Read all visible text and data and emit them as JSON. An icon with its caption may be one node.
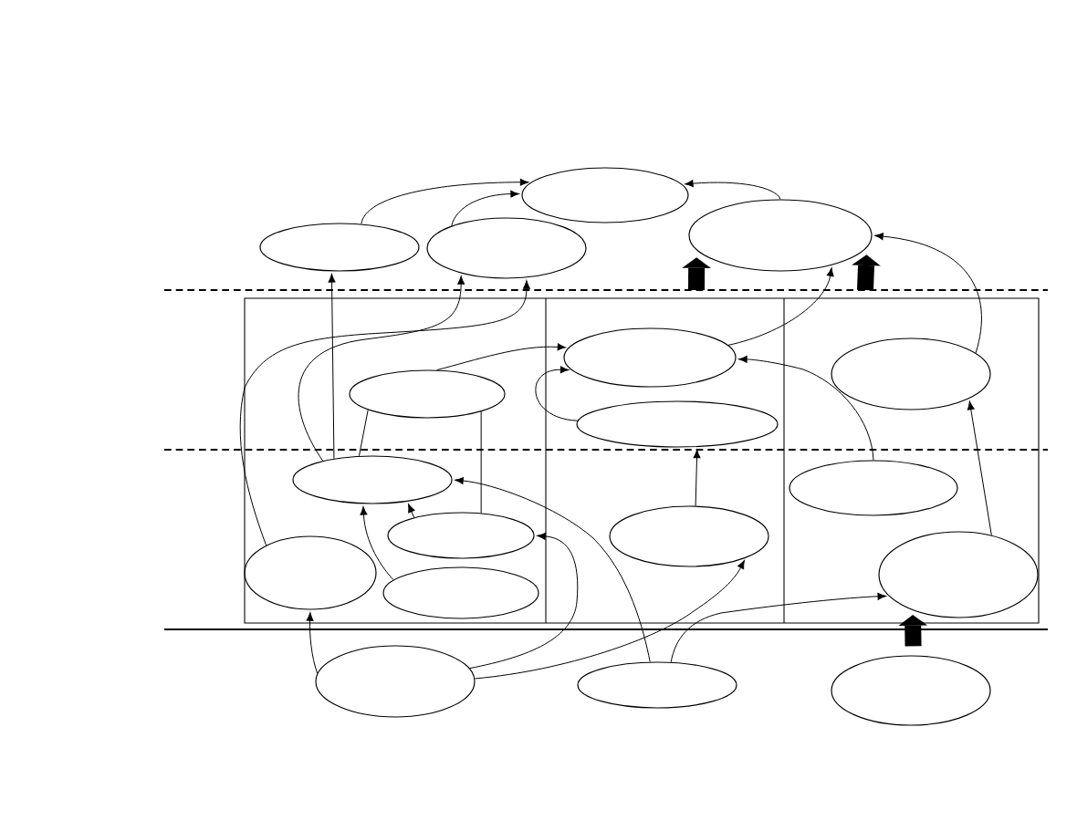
{
  "diagram": {
    "nodes": [
      {
        "text": [],
        "shape": "ellipse"
      },
      {
        "text": [],
        "shape": "ellipse"
      },
      {
        "text": [],
        "shape": "ellipse"
      },
      {
        "text": [],
        "shape": "ellipse"
      },
      {
        "text": [],
        "shape": "ellipse"
      },
      {
        "text": [],
        "shape": "ellipse"
      },
      {
        "text": [],
        "shape": "ellipse"
      },
      {
        "text": [],
        "shape": "ellipse"
      },
      {
        "text": [],
        "shape": "ellipse"
      },
      {
        "text": [],
        "shape": "ellipse"
      },
      {
        "text": [],
        "shape": "ellipse"
      },
      {
        "text": [],
        "shape": "ellipse"
      },
      {
        "text": [],
        "shape": "ellipse"
      },
      {
        "text": [],
        "shape": "ellipse"
      },
      {
        "text": [],
        "shape": "ellipse"
      },
      {
        "text": [],
        "shape": "ellipse"
      },
      {
        "text": [],
        "shape": "ellipse"
      },
      {
        "text": [],
        "shape": "ellipse"
      }
    ],
    "edges": [
      {
        "from": 1,
        "to": 0,
        "arrow": "to"
      },
      {
        "from": 2,
        "to": 0,
        "arrow": "to"
      },
      {
        "from": 3,
        "to": 0,
        "arrow": "to"
      },
      {
        "from": 7,
        "to": 3,
        "arrow": "to"
      },
      {
        "from": 5,
        "to": 3,
        "arrow": "to"
      },
      {
        "from": 8,
        "to": 1,
        "arrow": "to"
      },
      {
        "from": 8,
        "to": 2,
        "arrow": "to"
      },
      {
        "from": 9,
        "to": 2,
        "arrow": "to"
      },
      {
        "from": 4,
        "to": 5,
        "arrow": "to"
      },
      {
        "from": 6,
        "to": 5,
        "arrow": "to"
      },
      {
        "from": 13,
        "to": 5,
        "arrow": "to"
      },
      {
        "from": 12,
        "to": 6,
        "arrow": "to"
      },
      {
        "from": 14,
        "to": 7,
        "arrow": "to"
      },
      {
        "from": 8,
        "to": 4,
        "arrow": "none"
      },
      {
        "from": 10,
        "to": 4,
        "arrow": "none"
      },
      {
        "from": 10,
        "to": 8,
        "arrow": "to"
      },
      {
        "from": 16,
        "to": 8,
        "arrow": "to"
      },
      {
        "from": 15,
        "to": 10,
        "arrow": "to"
      },
      {
        "from": 15,
        "to": 12,
        "arrow": "to"
      },
      {
        "from": 16,
        "to": 14,
        "arrow": "to"
      },
      {
        "from": 15,
        "to": 9,
        "arrow": "to"
      },
      {
        "from": 11,
        "to": 8,
        "arrow": "to"
      },
      {
        "from": null,
        "to": 3,
        "arrow": "to",
        "style": "thick"
      },
      {
        "from": null,
        "to": 3,
        "arrow": "to",
        "style": "thick"
      },
      {
        "from": 17,
        "to": 14,
        "arrow": "to",
        "style": "thick"
      }
    ]
  }
}
